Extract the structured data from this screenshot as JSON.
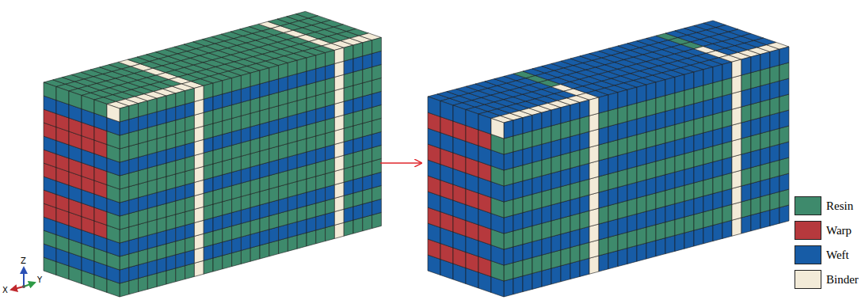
{
  "diagram": {
    "labels": [
      "Z",
      "X",
      "Y"
    ],
    "legend": [
      {
        "text": "Resin",
        "color": "#3e8a6c"
      },
      {
        "text": "Warp",
        "color": "#b6393d"
      },
      {
        "text": "Weft",
        "color": "#175ca6"
      },
      {
        "text": "Binder",
        "color": "#f3ebd8"
      }
    ]
  }
}
